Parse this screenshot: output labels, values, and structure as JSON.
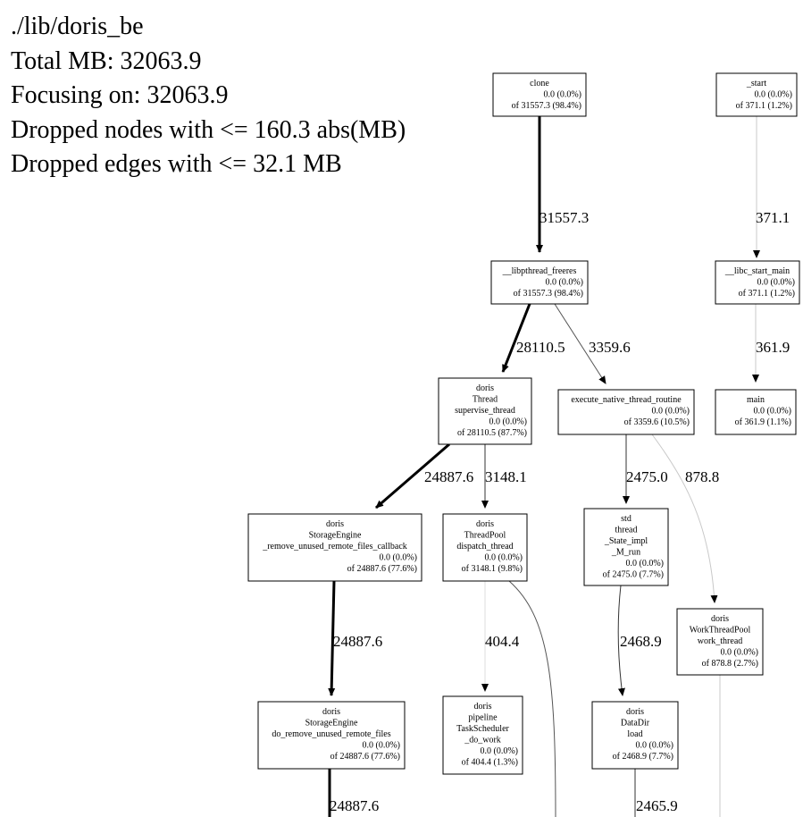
{
  "header": {
    "lines": [
      "./lib/doris_be",
      "Total MB: 32063.9",
      "Focusing on: 32063.9",
      "Dropped nodes with <= 160.3 abs(MB)",
      "Dropped edges with <= 32.1 MB"
    ]
  },
  "nodes": {
    "clone": {
      "lines": [
        "clone"
      ],
      "flat": "0.0 (0.0%)",
      "cum": "of 31557.3 (98.4%)"
    },
    "start": {
      "lines": [
        "_start"
      ],
      "flat": "0.0 (0.0%)",
      "cum": "of 371.1 (1.2%)"
    },
    "libpthread": {
      "lines": [
        "__libpthread_freeres"
      ],
      "flat": "0.0 (0.0%)",
      "cum": "of 31557.3 (98.4%)"
    },
    "libc_start": {
      "lines": [
        "__libc_start_main"
      ],
      "flat": "0.0 (0.0%)",
      "cum": "of 371.1 (1.2%)"
    },
    "supervise": {
      "lines": [
        "doris",
        "Thread",
        "supervise_thread"
      ],
      "flat": "0.0 (0.0%)",
      "cum": "of 28110.5 (87.7%)"
    },
    "exec_native": {
      "lines": [
        "execute_native_thread_routine"
      ],
      "flat": "0.0 (0.0%)",
      "cum": "of 3359.6 (10.5%)"
    },
    "main": {
      "lines": [
        "main"
      ],
      "flat": "0.0 (0.0%)",
      "cum": "of 361.9 (1.1%)"
    },
    "remove_cb": {
      "lines": [
        "doris",
        "StorageEngine",
        "_remove_unused_remote_files_callback"
      ],
      "flat": "0.0 (0.0%)",
      "cum": "of 24887.6 (77.6%)"
    },
    "dispatch": {
      "lines": [
        "doris",
        "ThreadPool",
        "dispatch_thread"
      ],
      "flat": "0.0 (0.0%)",
      "cum": "of 3148.1 (9.8%)"
    },
    "state_run": {
      "lines": [
        "std",
        "thread",
        "_State_impl",
        "_M_run"
      ],
      "flat": "0.0 (0.0%)",
      "cum": "of 2475.0 (7.7%)"
    },
    "workthread": {
      "lines": [
        "doris",
        "WorkThreadPool",
        "work_thread"
      ],
      "flat": "0.0 (0.0%)",
      "cum": "of 878.8 (2.7%)"
    },
    "do_remove": {
      "lines": [
        "doris",
        "StorageEngine",
        "do_remove_unused_remote_files"
      ],
      "flat": "0.0 (0.0%)",
      "cum": "of 24887.6 (77.6%)"
    },
    "do_work": {
      "lines": [
        "doris",
        "pipeline",
        "TaskScheduler",
        "_do_work"
      ],
      "flat": "0.0 (0.0%)",
      "cum": "of 404.4 (1.3%)"
    },
    "datadir_load": {
      "lines": [
        "doris",
        "DataDir",
        "load"
      ],
      "flat": "0.0 (0.0%)",
      "cum": "of 2468.9 (7.7%)"
    }
  },
  "edges": {
    "clone_libpthread": "31557.3",
    "start_libc": "371.1",
    "libpthread_supervise": "28110.5",
    "libpthread_exec": "3359.6",
    "libc_main": "361.9",
    "supervise_removecb": "24887.6",
    "supervise_dispatch": "3148.1",
    "exec_staterun": "2475.0",
    "exec_workthread": "878.8",
    "removecb_doremove": "24887.6",
    "dispatch_dowork": "404.4",
    "staterun_datadir": "2468.9",
    "doremove_out": "24887.6",
    "datadir_out": "2465.9"
  },
  "colors": {
    "edge_heavy": "#000000",
    "edge_medium": "#555555",
    "edge_light": "#c8c8c8",
    "node_border": "#000000"
  }
}
